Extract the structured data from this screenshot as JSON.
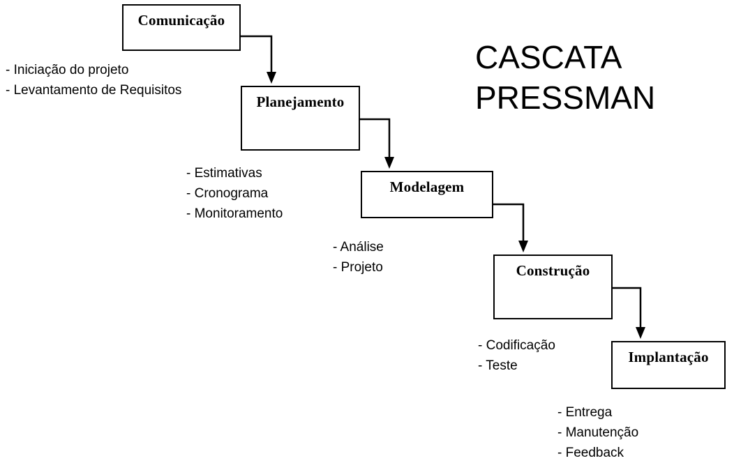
{
  "title": {
    "line1": "CASCATA",
    "line2": "PRESSMAN"
  },
  "stages": [
    {
      "label": "Comunicação",
      "items": [
        "- Iniciação do projeto",
        "- Levantamento de Requisitos"
      ]
    },
    {
      "label": "Planejamento",
      "items": [
        "- Estimativas",
        "- Cronograma",
        "- Monitoramento"
      ]
    },
    {
      "label": "Modelagem",
      "items": [
        "- Análise",
        "- Projeto"
      ]
    },
    {
      "label": "Construção",
      "items": [
        "- Codificação",
        "- Teste"
      ]
    },
    {
      "label": "Implantação",
      "items": [
        "- Entrega",
        "- Manutenção",
        "- Feedback"
      ]
    }
  ],
  "colors": {
    "foreground": "#000000",
    "background": "#ffffff"
  }
}
